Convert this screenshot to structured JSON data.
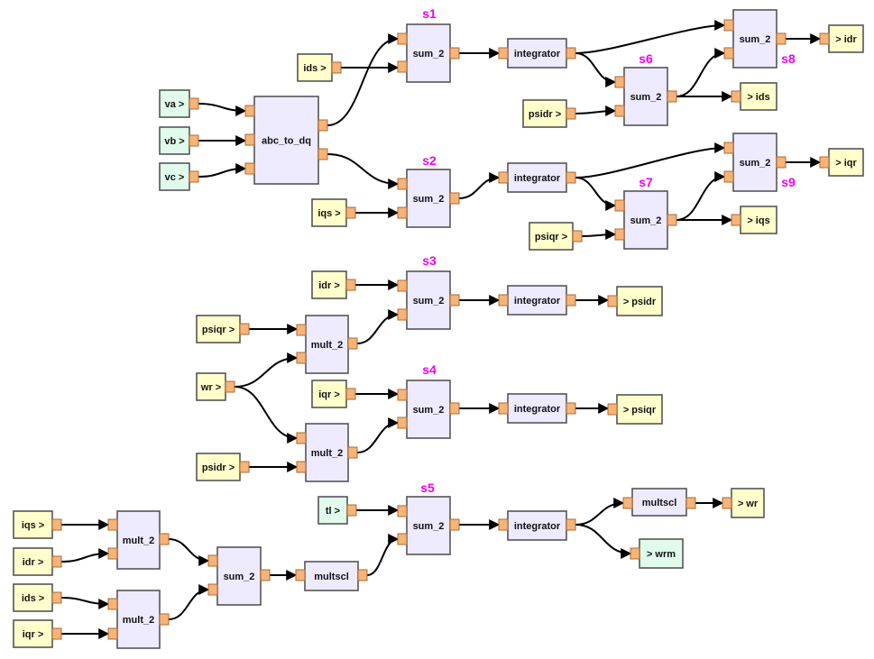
{
  "colors": {
    "block_fill": "#eeeaff",
    "block_stroke": "#555555",
    "input_fill": "#ffffcc",
    "input_green_fill": "#e0fbec",
    "port_fill": "#f5b47a",
    "tag_color": "#ee00ee",
    "wire": "#000000"
  },
  "labels": {
    "va": "va >",
    "vb": "vb >",
    "vc": "vc >",
    "abc_to_dq": "abc_to_dq",
    "ids_in_a": "ids >",
    "iqs_in_a": "iqs >",
    "psidr_in_a": "psidr >",
    "psiqr_in_a": "psiqr >",
    "idr_in_b": "idr >",
    "iqr_in_b": "iqr >",
    "psiqr_in_b": "psiqr >",
    "wr_in": "wr >",
    "psidr_in_b": "psidr >",
    "tl_in": "tl >",
    "iqs_in_c": "iqs >",
    "idr_in_c": "idr >",
    "ids_in_c": "ids >",
    "iqr_in_c": "iqr >",
    "sum_2": "sum_2",
    "integrator": "integrator",
    "mult_2": "mult_2",
    "multscl": "multscl",
    "out_idr": "> idr",
    "out_ids": "> ids",
    "out_iqr": "> iqr",
    "out_iqs": "> iqs",
    "out_psidr": "> psidr",
    "out_psiqr": "> psiqr",
    "out_wr": "> wr",
    "out_wrm": "> wrm",
    "tag_s1": "s1",
    "tag_s2": "s2",
    "tag_s3": "s3",
    "tag_s4": "s4",
    "tag_s5": "s5",
    "tag_s6": "s6",
    "tag_s7": "s7",
    "tag_s8": "s8",
    "tag_s9": "s9"
  }
}
